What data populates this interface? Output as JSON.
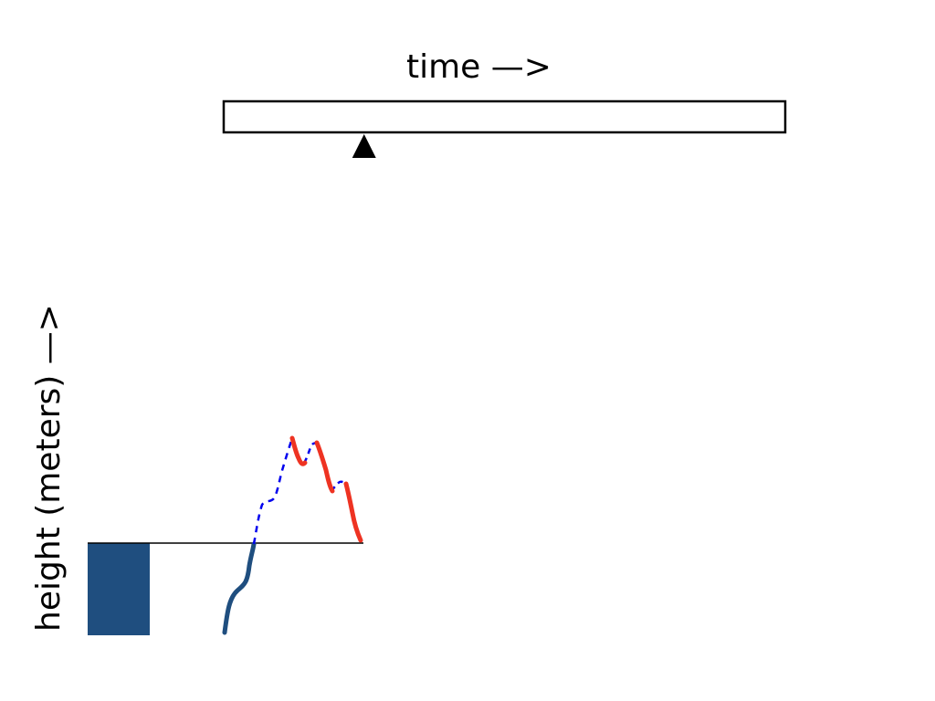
{
  "labels": {
    "time_axis": "time —>",
    "height_axis": "height (meters) —>"
  },
  "timeline": {
    "marker_position_fraction": 0.25
  },
  "colors": {
    "past_block": "#1f4e7f",
    "underground_curve": "#1f4e7f",
    "dashed_curve": "#0000ee",
    "red_segments": "#ee3322",
    "stroke": "#000000"
  }
}
